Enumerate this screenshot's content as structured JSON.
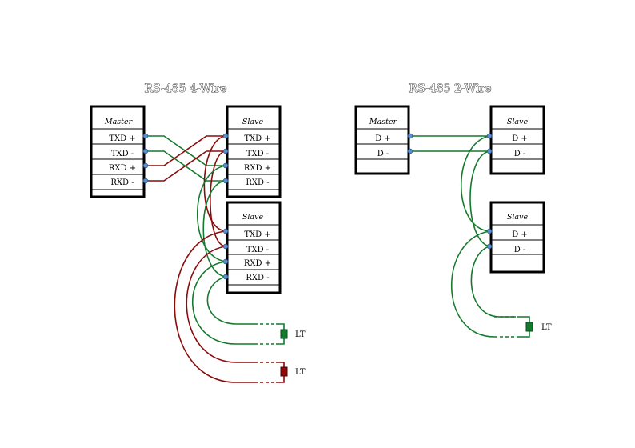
{
  "left": {
    "title": "RS-485 4-Wire",
    "master": {
      "name": "Master",
      "pins": [
        "TXD +",
        "TXD  -",
        "RXD +",
        "RXD  -"
      ]
    },
    "slave1": {
      "name": "Slave",
      "pins": [
        "TXD +",
        "TXD  -",
        "RXD +",
        "RXD  -"
      ]
    },
    "slave2": {
      "name": "Slave",
      "pins": [
        "TXD +",
        "TXD  -",
        "RXD +",
        "RXD  -"
      ]
    },
    "terminators": [
      "LT",
      "LT"
    ]
  },
  "right": {
    "title": "RS-485 2-Wire",
    "master": {
      "name": "Master",
      "pins": [
        "D +",
        "D  -"
      ]
    },
    "slave1": {
      "name": "Slave",
      "pins": [
        "D +",
        "D  -"
      ]
    },
    "slave2": {
      "name": "Slave",
      "pins": [
        "D +",
        "D  -"
      ]
    },
    "terminators": [
      "LT"
    ]
  },
  "colors": {
    "green_wire": "#147a2d",
    "red_wire": "#8b0a0a",
    "pin_dot": "#5b8fd0"
  }
}
